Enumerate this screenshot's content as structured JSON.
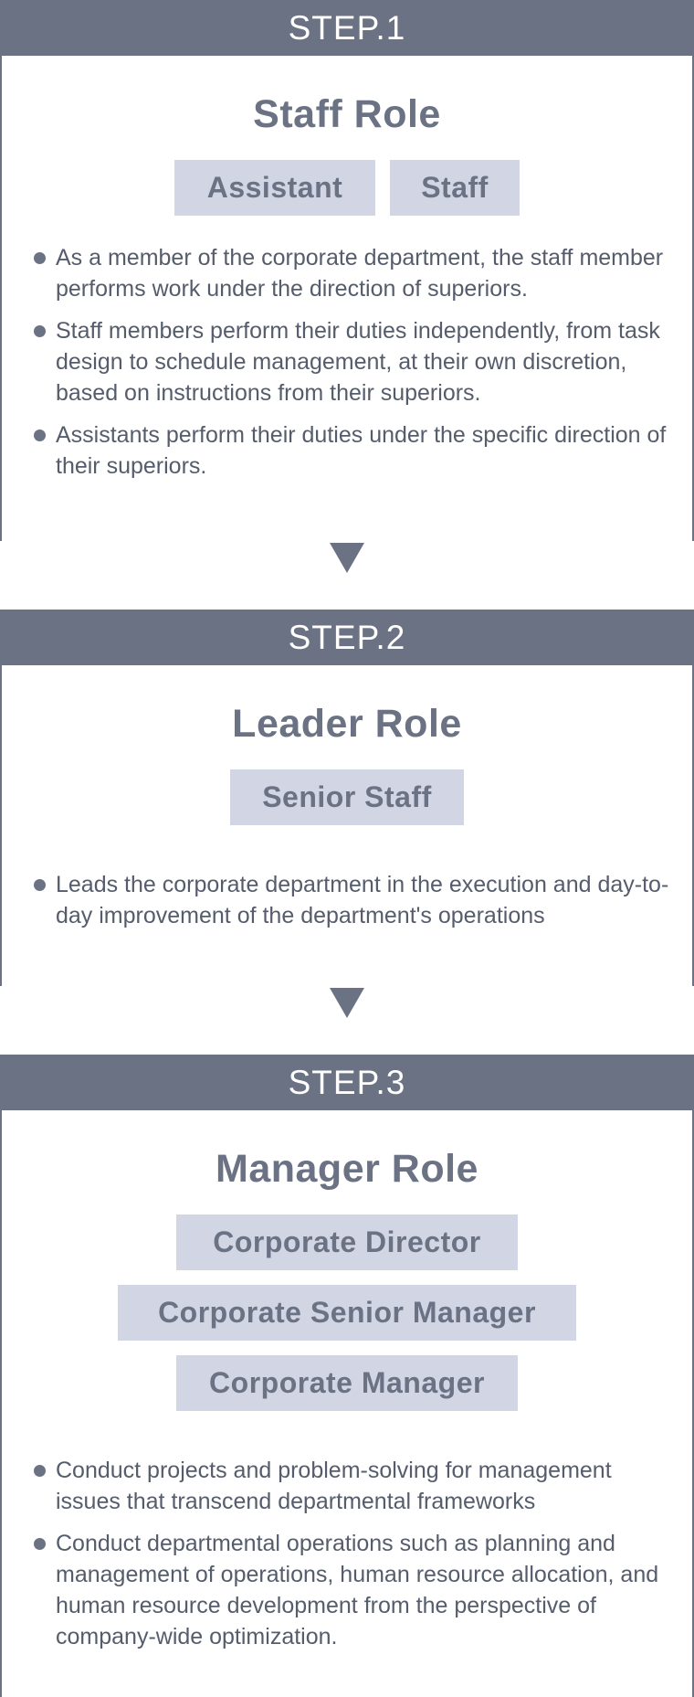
{
  "steps": [
    {
      "header": "STEP.1",
      "title": "Staff Role",
      "tags": [
        "Assistant",
        "Staff"
      ],
      "bullets": [
        "As a member of the corporate department, the staff member performs work under the direction of superiors.",
        "Staff members perform their duties independently, from task design to schedule management, at their own discretion, based on instructions from their superiors.",
        "Assistants perform their duties under the specific direction of their superiors."
      ]
    },
    {
      "header": "STEP.2",
      "title": "Leader Role",
      "tags": [
        "Senior Staff"
      ],
      "bullets": [
        "Leads the corporate department in the execution and day-to-day improvement of the department's operations"
      ]
    },
    {
      "header": "STEP.3",
      "title": "Manager Role",
      "tags": [
        "Corporate Director",
        "Corporate Senior Manager",
        "Corporate Manager"
      ],
      "bullets": [
        "Conduct projects and problem-solving for management issues that transcend departmental frameworks",
        "Conduct departmental operations such as planning and management of operations, human resource allocation, and human resource development from the perspective of company-wide optimization."
      ]
    }
  ],
  "colors": {
    "header_bg": "#6b7284",
    "tag_bg": "#d2d6e4",
    "text": "#555c6b"
  },
  "icons": [
    "bullet-dot-icon",
    "down-arrow-icon"
  ]
}
